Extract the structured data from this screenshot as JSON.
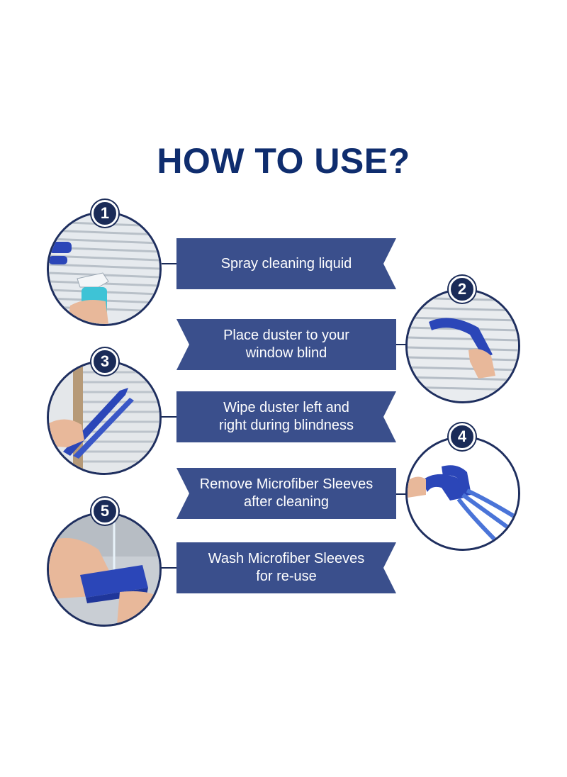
{
  "title": "HOW TO USE?",
  "colors": {
    "title": "#0f2d6e",
    "banner": "#3a4f8c",
    "badge": "#1a2b58",
    "duster": "#2b46b8"
  },
  "steps": [
    {
      "number": "1",
      "text": "Spray cleaning liquid",
      "photo": "spray-bottle-on-blinds-photo"
    },
    {
      "number": "2",
      "text": "Place duster to your\nwindow blind",
      "photo": "duster-in-blinds-photo"
    },
    {
      "number": "3",
      "text": "Wipe duster left and\nright during blindness",
      "photo": "wiping-blinds-photo"
    },
    {
      "number": "4",
      "text": "Remove Microfiber Sleeves\nafter cleaning",
      "photo": "duster-without-sleeves-photo"
    },
    {
      "number": "5",
      "text": "Wash Microfiber Sleeves\nfor re-use",
      "photo": "washing-sleeve-photo"
    }
  ]
}
